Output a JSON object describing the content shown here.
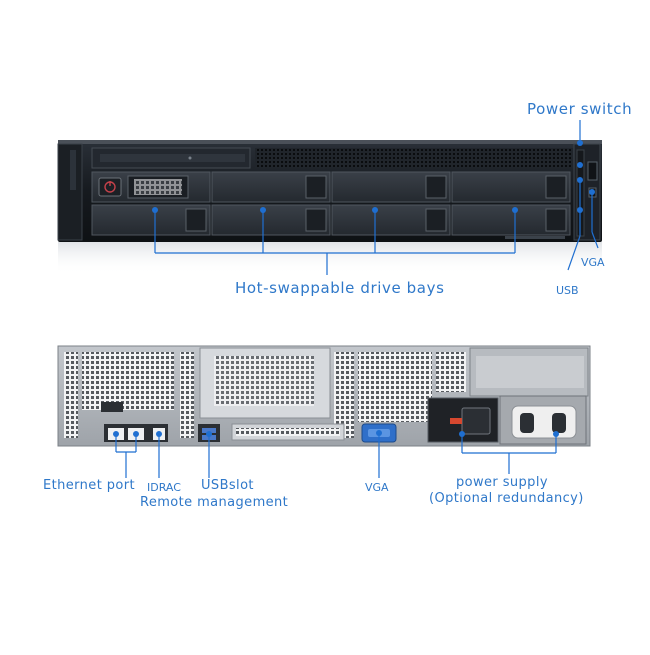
{
  "theme": {
    "accent": "#1f6fd1",
    "label_color": "#2f78c9",
    "front_body": "#15191e",
    "rear_body": "#a9adb2"
  },
  "labels": {
    "power_switch": "Power switch",
    "hot_swappable_drive_bays": "Hot-swappable drive bays",
    "usb_front": "USB",
    "vga_front": "VGA",
    "ethernet_port": "Ethernet port",
    "idrac": "IDRAC",
    "usb_slot": "USBslot",
    "remote_management": "Remote management",
    "vga_rear": "VGA",
    "power_supply": "power supply",
    "optional_redundancy": "(Optional redundancy)"
  },
  "icons": [
    "power-button-icon",
    "usb-port-icon",
    "vga-port-icon",
    "ethernet-port-icon",
    "power-socket-icon"
  ]
}
